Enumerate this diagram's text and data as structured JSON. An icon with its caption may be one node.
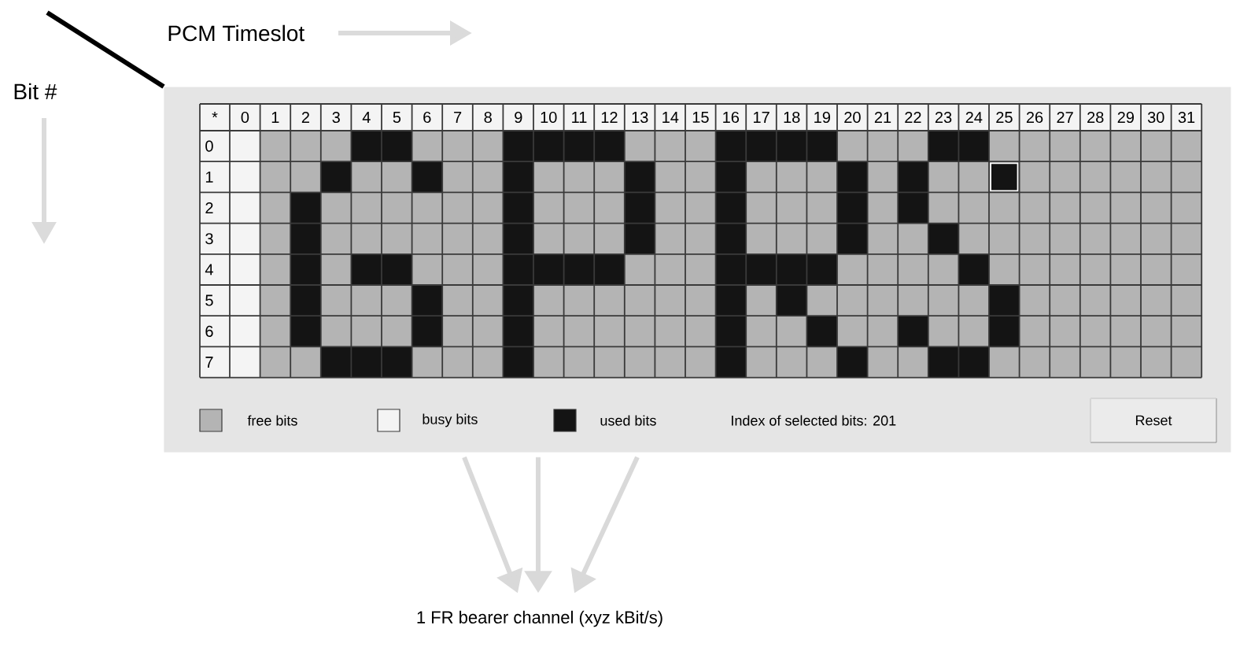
{
  "diagram": {
    "nodes": [
      {
        "text": [],
        "shape": "box"
      },
      {
        "text": [
          "1 FR bearer channel (xyz kBit/s)"
        ]
      }
    ],
    "edges": [
      {
        "from": 0,
        "to": 1,
        "arrow": "to"
      },
      {
        "from": 0,
        "to": 1,
        "arrow": "to"
      },
      {
        "from": 0,
        "to": 1,
        "arrow": "to"
      },
      {
        "from": 0,
        "to": null,
        "arrow": "none",
        "color": "#000000"
      }
    ],
    "labels": [
      "PCM Timeslot",
      "Bit #",
      "*",
      "0",
      "1",
      "2",
      "3",
      "4",
      "5",
      "6",
      "7",
      "8",
      "9",
      "10",
      "11",
      "12",
      "13",
      "14",
      "15",
      "16",
      "17",
      "18",
      "19",
      "20",
      "21",
      "22",
      "23",
      "24",
      "25",
      "26",
      "27",
      "28",
      "29",
      "30",
      "31",
      "0",
      "1",
      "2",
      "3",
      "4",
      "5",
      "6",
      "7",
      "Index of selected bits: 201",
      "Reset"
    ],
    "legend": [
      {
        "text": "free bits",
        "color": "#b4b4b4"
      },
      {
        "text": "busy bits",
        "color": "#f4f4f4"
      },
      {
        "text": "used bits",
        "color": "#141414"
      }
    ]
  }
}
